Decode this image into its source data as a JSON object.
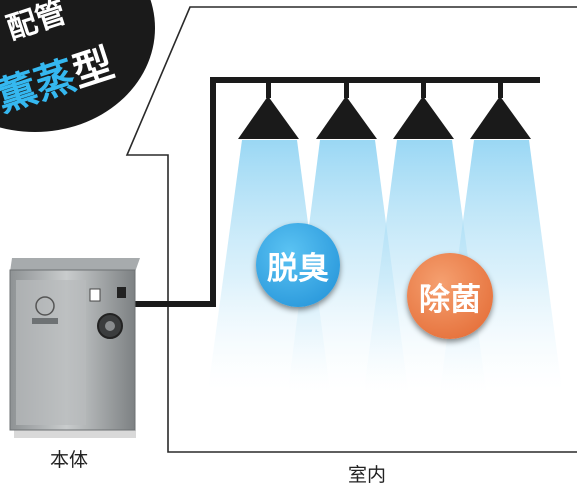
{
  "badge": {
    "line1": "配管",
    "line2_accent": "薫蒸",
    "line2_suffix": "型"
  },
  "effects": {
    "deodorize": "脱臭",
    "sterilize": "除菌"
  },
  "labels": {
    "unit": "本体",
    "room": "室内"
  },
  "colors": {
    "mist": "#8fd3f3",
    "bubble_blue": "#1f8fd6",
    "bubble_orange": "#e2662f",
    "pipe": "#1a1a1a"
  }
}
